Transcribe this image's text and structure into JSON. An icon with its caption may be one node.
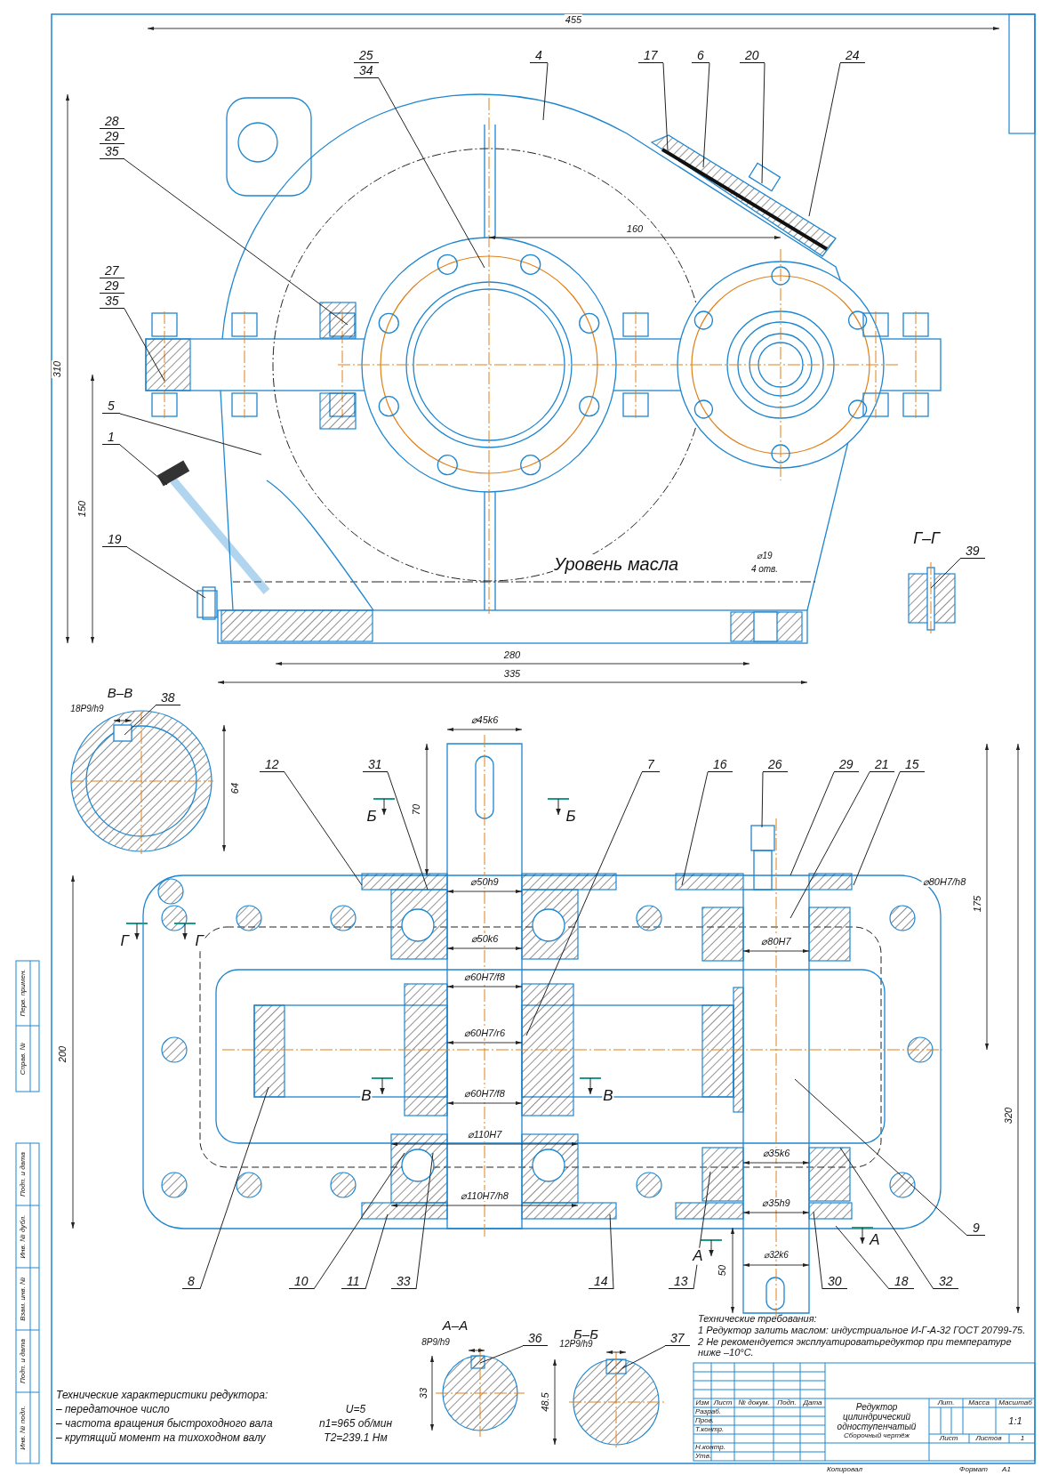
{
  "diagram": {
    "nodes": [
      {
        "text": [
          "25",
          "34"
        ]
      },
      {
        "text": [
          "4"
        ]
      },
      {
        "text": [
          "17"
        ]
      },
      {
        "text": [
          "6"
        ]
      },
      {
        "text": [
          "20"
        ]
      },
      {
        "text": [
          "24"
        ]
      },
      {
        "text": [
          "28",
          "29",
          "35"
        ]
      },
      {
        "text": [
          "27",
          "29",
          "35"
        ]
      },
      {
        "text": [
          "5"
        ]
      },
      {
        "text": [
          "1"
        ]
      },
      {
        "text": [
          "19"
        ]
      },
      {
        "text": [
          "39"
        ]
      },
      {
        "text": [
          "38"
        ]
      },
      {
        "text": [
          "12"
        ]
      },
      {
        "text": [
          "31"
        ]
      },
      {
        "text": [
          "7"
        ]
      },
      {
        "text": [
          "16"
        ]
      },
      {
        "text": [
          "26"
        ]
      },
      {
        "text": [
          "29"
        ]
      },
      {
        "text": [
          "21"
        ]
      },
      {
        "text": [
          "15"
        ]
      },
      {
        "text": [
          "8"
        ]
      },
      {
        "text": [
          "10"
        ]
      },
      {
        "text": [
          "11"
        ]
      },
      {
        "text": [
          "33"
        ]
      },
      {
        "text": [
          "14"
        ]
      },
      {
        "text": [
          "13"
        ]
      },
      {
        "text": [
          "30"
        ]
      },
      {
        "text": [
          "18"
        ]
      },
      {
        "text": [
          "32"
        ]
      },
      {
        "text": [
          "9"
        ]
      },
      {
        "text": [
          "36"
        ]
      },
      {
        "text": [
          "37"
        ]
      }
    ],
    "edges": [
      {
        "from": 0,
        "to": null,
        "arrow": "none"
      },
      {
        "from": 1,
        "to": null,
        "arrow": "none"
      },
      {
        "from": 2,
        "to": null,
        "arrow": "none"
      },
      {
        "from": 3,
        "to": null,
        "arrow": "none"
      },
      {
        "from": 4,
        "to": null,
        "arrow": "none"
      },
      {
        "from": 5,
        "to": null,
        "arrow": "none"
      },
      {
        "from": 6,
        "to": null,
        "arrow": "none"
      },
      {
        "from": 7,
        "to": null,
        "arrow": "none"
      },
      {
        "from": 8,
        "to": null,
        "arrow": "none"
      },
      {
        "from": 9,
        "to": null,
        "arrow": "none"
      },
      {
        "from": 10,
        "to": null,
        "arrow": "none"
      },
      {
        "from": 11,
        "to": null,
        "arrow": "none"
      },
      {
        "from": 12,
        "to": null,
        "arrow": "none"
      },
      {
        "from": 13,
        "to": null,
        "arrow": "none"
      },
      {
        "from": 14,
        "to": null,
        "arrow": "none"
      },
      {
        "from": 15,
        "to": null,
        "arrow": "none"
      },
      {
        "from": 16,
        "to": null,
        "arrow": "none"
      },
      {
        "from": 17,
        "to": null,
        "arrow": "none"
      },
      {
        "from": 18,
        "to": null,
        "arrow": "none"
      },
      {
        "from": 19,
        "to": null,
        "arrow": "none"
      },
      {
        "from": 20,
        "to": null,
        "arrow": "none"
      },
      {
        "from": 21,
        "to": null,
        "arrow": "none"
      },
      {
        "from": 22,
        "to": null,
        "arrow": "none"
      },
      {
        "from": 23,
        "to": null,
        "arrow": "none"
      },
      {
        "from": 24,
        "to": null,
        "arrow": "none"
      },
      {
        "from": 25,
        "to": null,
        "arrow": "none"
      },
      {
        "from": 26,
        "to": null,
        "arrow": "none"
      },
      {
        "from": 27,
        "to": null,
        "arrow": "none"
      },
      {
        "from": 28,
        "to": null,
        "arrow": "none"
      },
      {
        "from": 29,
        "to": null,
        "arrow": "none"
      },
      {
        "from": 30,
        "to": null,
        "arrow": "none"
      },
      {
        "from": 31,
        "to": null,
        "arrow": "none"
      },
      {
        "from": 32,
        "to": null,
        "arrow": "none"
      }
    ],
    "labels": [
      "455",
      "160",
      "310",
      "150",
      "Уровень масла",
      "⌀19",
      "4 отв.",
      "280",
      "335",
      "Г–Г",
      "В–В",
      "18P9/h9",
      "64",
      "⌀45k6",
      "Б",
      "70",
      "Б",
      "⌀50h9",
      "⌀80H7/h8",
      "175",
      "Г",
      "Г",
      "⌀50k6",
      "⌀80H7",
      "⌀60H7/f8",
      "⌀60H7/r6",
      "200",
      "320",
      "В",
      "⌀60H7/f8",
      "В",
      "⌀35k6",
      "⌀110H7",
      "⌀35h9",
      "⌀110H7/h8",
      "⌀32k6",
      "50",
      "А",
      "А",
      "А–А",
      "Б–Б",
      "8P9/h9",
      "12P9/h9",
      "33",
      "48.5",
      "Технические требования:",
      "1 Редуктор залить маслом: индустриальное И-Г-А-32 ГОСТ 20799-75.",
      "2 Не рекомендуется эксплуатироватьредуктор при температуре ниже –10°С.",
      "Технические характеристики редуктора:",
      "– передаточное число",
      "– частота вращения быстроходного вала",
      "– крутящий момент на тихоходном валу",
      "U=5",
      "n1=965 об/мин",
      "T2=239.1 Нм",
      "Изм",
      "Лист",
      "№ докум.",
      "Подп.",
      "Дата",
      "Разраб.",
      "Пров.",
      "Т.контр.",
      "Н.контр.",
      "Утв.",
      "Редуктор цилиндрический одноступенчатый",
      "Сборочный чертёж",
      "Лит.",
      "Масса",
      "Масштаб",
      "1:1",
      "Лист",
      "Листов",
      "1",
      "Копировал",
      "Формат",
      "А1",
      "Перв. примен.",
      "Справ. №",
      "Подп. и дата",
      "Инв. № дубл.",
      "Взам. инв. №",
      "Подп. и дата",
      "Инв. № подл."
    ]
  }
}
